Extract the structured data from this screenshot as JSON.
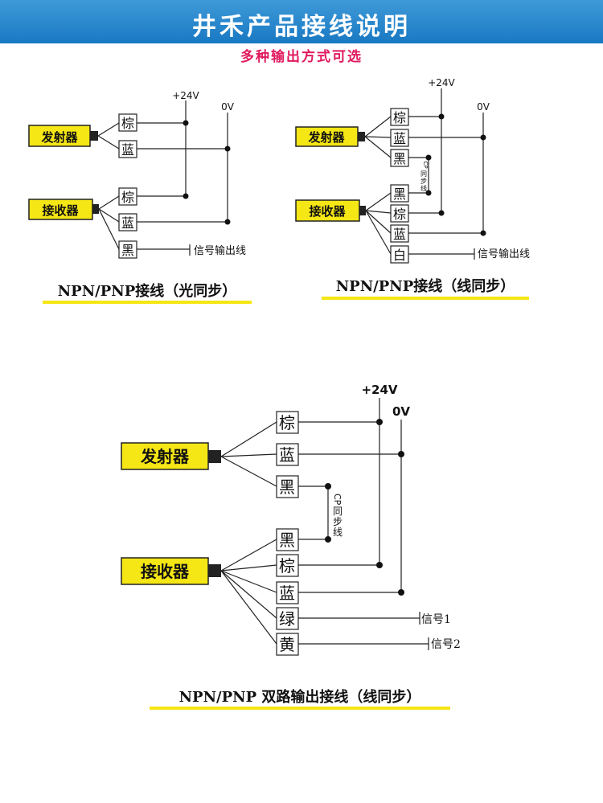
{
  "header": {
    "title": "井禾产品接线说明",
    "subtitle": "多种输出方式可选"
  },
  "colors": {
    "header": "#1e82c8",
    "subtitle": "#e0195e",
    "sensor_box": "#f5e615",
    "underline": "#f5e615"
  },
  "wiring": {
    "emitter": "发射器",
    "receiver": "接收器",
    "v24": "+24V",
    "v0": "0V",
    "wire_brown": "棕",
    "wire_blue": "蓝",
    "wire_black": "黑",
    "wire_white": "白",
    "wire_green": "绿",
    "wire_yellow": "黄",
    "signal_out": "信号输出线",
    "cp_sync": [
      "CP",
      "同",
      "步",
      "线"
    ],
    "signal1": "信号1",
    "signal2": "信号2"
  },
  "diagrams": {
    "d1_caption": "NPN/PNP接线（光同步）",
    "d2_caption": "NPN/PNP接线（线同步）",
    "d3_caption": "NPN/PNP 双路输出接线（线同步）"
  }
}
